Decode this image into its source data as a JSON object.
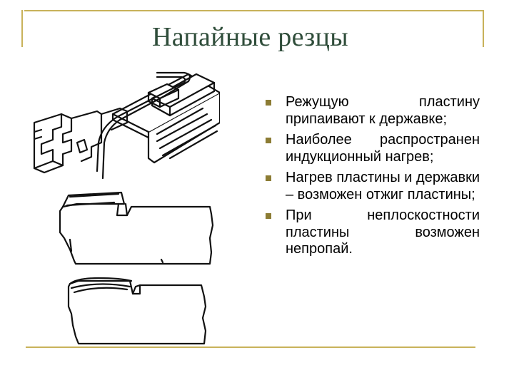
{
  "slide": {
    "title": "Напайные резцы",
    "bullets": [
      {
        "text": "Режущую пластину припаивают к державке;"
      },
      {
        "text": "Наиболее распространен индукционный нагрев;"
      },
      {
        "text": "Нагрев пластины и державки – возможен отжиг пластины;"
      },
      {
        "text": "При неплоскостности пластины возможен непропай."
      }
    ],
    "icons": {
      "bullet_marker": "square-bullet-icon"
    },
    "colors": {
      "frame": "#c8b25a",
      "title": "#2f4d3a",
      "bullet": "#8c7c34"
    }
  }
}
